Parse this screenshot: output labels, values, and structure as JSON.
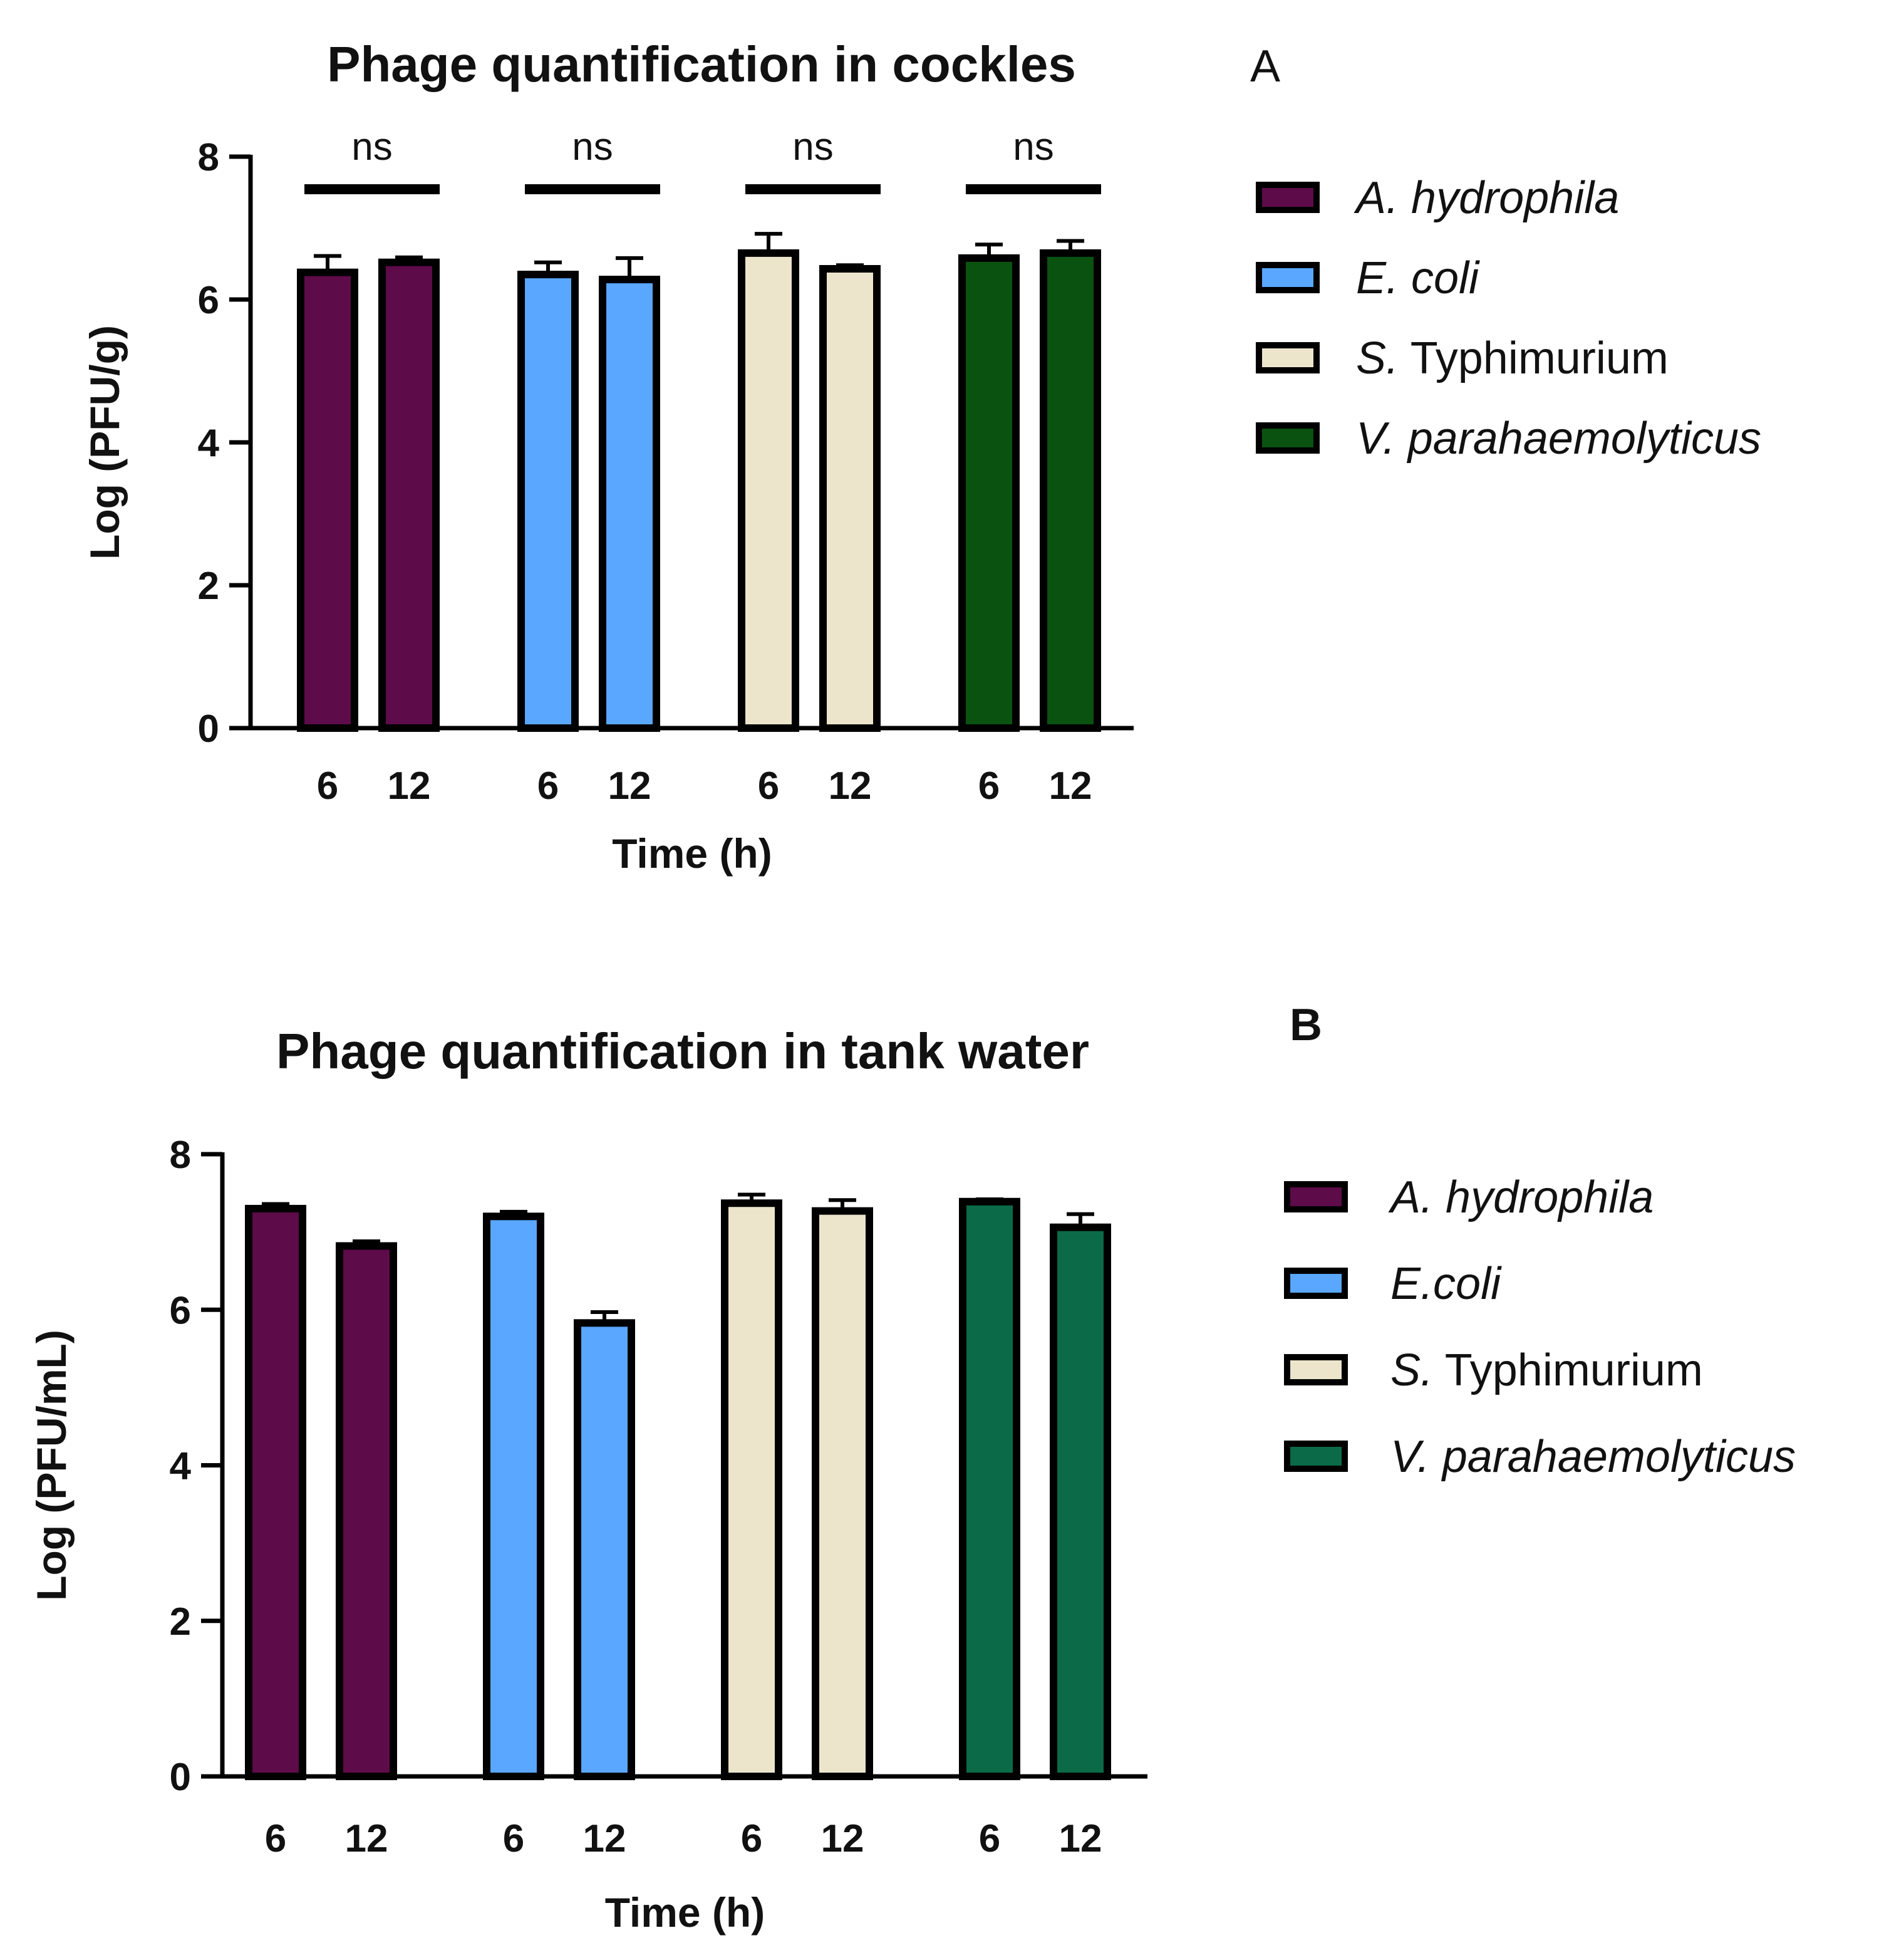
{
  "chart_data": [
    {
      "type": "bar",
      "panel_label": "A",
      "title": "Phage quantification in cockles",
      "xlabel": "Time (h)",
      "ylabel": "Log (PFU/g)",
      "ylim": [
        0,
        8
      ],
      "yticks": [
        0,
        2,
        4,
        6,
        8
      ],
      "groups": [
        {
          "name": "A. hydrophila",
          "color": "#5e0b4a",
          "times": [
            "6",
            "12"
          ],
          "values": [
            6.38,
            6.52
          ],
          "errors": [
            0.23,
            0.07
          ],
          "significance": "ns"
        },
        {
          "name": "E. coli",
          "color": "#5aa7ff",
          "times": [
            "6",
            "12"
          ],
          "values": [
            6.35,
            6.28
          ],
          "errors": [
            0.17,
            0.3
          ],
          "significance": "ns"
        },
        {
          "name": "S. Typhimurium",
          "color": "#ece5cc",
          "times": [
            "6",
            "12"
          ],
          "values": [
            6.65,
            6.43
          ],
          "errors": [
            0.27,
            0.05
          ],
          "significance": "ns"
        },
        {
          "name": "V. parahaemolyticus",
          "color": "#0a5210",
          "times": [
            "6",
            "12"
          ],
          "values": [
            6.58,
            6.65
          ],
          "errors": [
            0.19,
            0.17
          ],
          "significance": "ns"
        }
      ],
      "legend": [
        {
          "italic": "A. hydrophila",
          "rest": ""
        },
        {
          "italic": "E. coli",
          "rest": ""
        },
        {
          "italic": "S.",
          "rest": " Typhimurium"
        },
        {
          "italic": "V. parahaemolyticus",
          "rest": ""
        }
      ],
      "legend_position": "right"
    },
    {
      "type": "bar",
      "panel_label": "B",
      "title": "Phage quantification in tank water",
      "xlabel": "Time (h)",
      "ylabel": "Log (PFU/mL)",
      "ylim": [
        0,
        8
      ],
      "yticks": [
        0,
        2,
        4,
        6,
        8
      ],
      "groups": [
        {
          "name": "A. hydrophila",
          "color": "#5e0b4a",
          "times": [
            "6",
            "12"
          ],
          "values": [
            7.3,
            6.82
          ],
          "errors": [
            0.06,
            0.06
          ],
          "significance": ""
        },
        {
          "name": "E.coli",
          "color": "#5aa7ff",
          "times": [
            "6",
            "12"
          ],
          "values": [
            7.2,
            5.83
          ],
          "errors": [
            0.06,
            0.14
          ],
          "significance": ""
        },
        {
          "name": "S. Typhimurium",
          "color": "#ece5cc",
          "times": [
            "6",
            "12"
          ],
          "values": [
            7.37,
            7.27
          ],
          "errors": [
            0.11,
            0.14
          ],
          "significance": ""
        },
        {
          "name": "V. parahaemolyticus",
          "color": "#0b6a47",
          "times": [
            "6",
            "12"
          ],
          "values": [
            7.39,
            7.06
          ],
          "errors": [
            0.03,
            0.17
          ],
          "significance": ""
        }
      ],
      "legend": [
        {
          "italic": "A. hydrophila",
          "rest": ""
        },
        {
          "italic": "E.coli",
          "rest": ""
        },
        {
          "italic": "S.",
          "rest": " Typhimurium"
        },
        {
          "italic": "V. parahaemolyticus",
          "rest": ""
        }
      ],
      "legend_position": "right"
    }
  ]
}
